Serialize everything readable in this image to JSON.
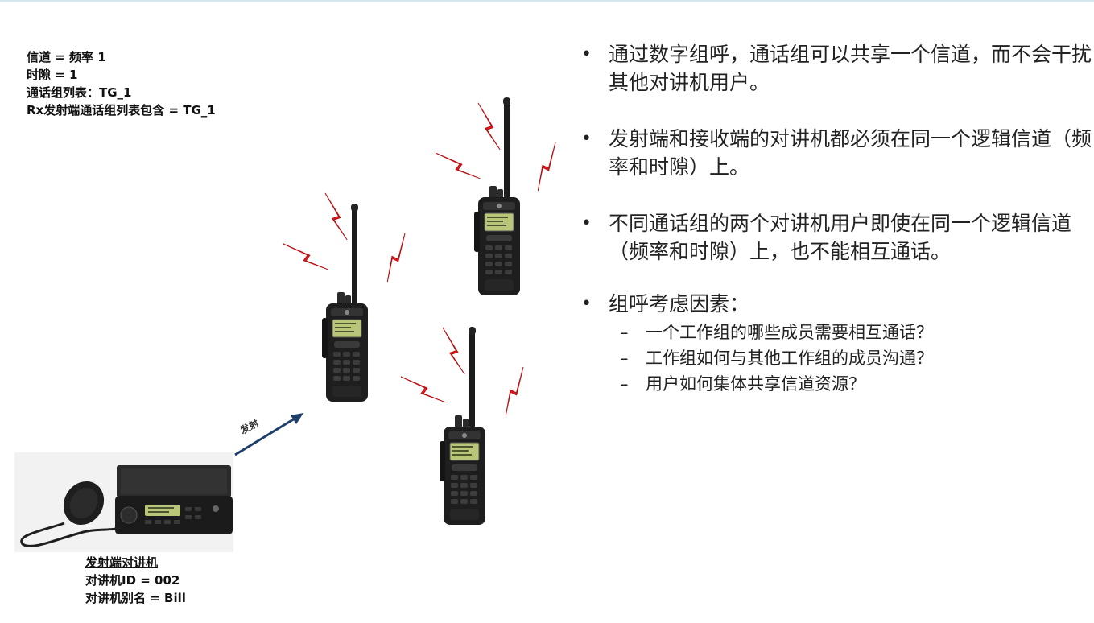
{
  "channel_info": {
    "line1": "信道 = 频率 1",
    "line2": "时隙 = 1",
    "line3": "通话组列表：TG_1",
    "line4": "Rx发射端通话组列表包含 = TG_1"
  },
  "bullets": [
    "通过数字组呼，通话组可以共享一个信道，而不会干扰其他对讲机用户。",
    "发射端和接收端的对讲机都必须在同一个逻辑信道（频率和时隙）上。",
    "不同通话组的两个对讲机用户即使在同一个逻辑信道（频率和时隙）上，也不能相互通话。",
    "组呼考虑因素："
  ],
  "bullet_marker": "•",
  "sub_marker": "–",
  "sub_bullets": [
    "一个工作组的哪些成员需要相互通话？",
    "工作组如何与其他工作组的成员沟通？",
    "用户如何集体共享信道资源？"
  ],
  "transmitter": {
    "title": "发射端对讲机",
    "id_line": "对讲机ID = 002",
    "alias_line": "对讲机别名 = Bill"
  },
  "arrow_label": "发射",
  "colors": {
    "lightning": "#e8191c",
    "arrow": "#1f3f6b",
    "radio_body": "#1e1e1e",
    "screen": "#b9c67a"
  }
}
